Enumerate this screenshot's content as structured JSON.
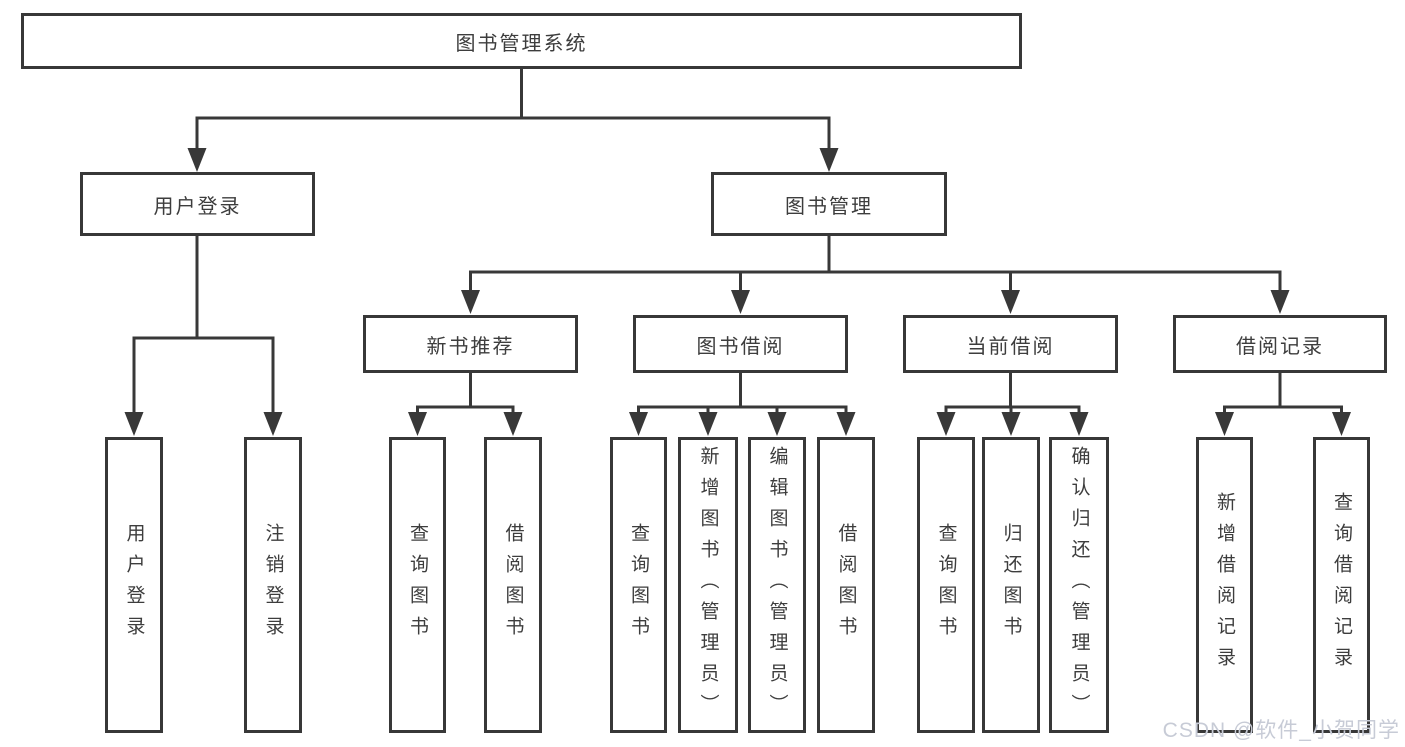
{
  "diagram": {
    "root": {
      "label": "图书管理系统"
    },
    "level2": [
      {
        "label": "用户登录",
        "children": [
          {
            "label": "用户登录"
          },
          {
            "label": "注销登录"
          }
        ]
      },
      {
        "label": "图书管理",
        "children": [
          {
            "label": "新书推荐",
            "children": [
              {
                "label": "查询图书"
              },
              {
                "label": "借阅图书"
              }
            ]
          },
          {
            "label": "图书借阅",
            "children": [
              {
                "label": "查询图书"
              },
              {
                "label": "新增图书（管理员）"
              },
              {
                "label": "编辑图书（管理员）"
              },
              {
                "label": "借阅图书"
              }
            ]
          },
          {
            "label": "当前借阅",
            "children": [
              {
                "label": "查询图书"
              },
              {
                "label": "归还图书"
              },
              {
                "label": "确认归还（管理员）"
              }
            ]
          },
          {
            "label": "借阅记录",
            "children": [
              {
                "label": "新增借阅记录"
              },
              {
                "label": "查询借阅记录"
              }
            ]
          }
        ]
      }
    ]
  },
  "watermark": {
    "text": "CSDN @软件_小贺同学",
    "color": "#c7cbd6"
  },
  "colors": {
    "line": "#383838",
    "text": "#3d3d3d",
    "background": "#ffffff"
  }
}
